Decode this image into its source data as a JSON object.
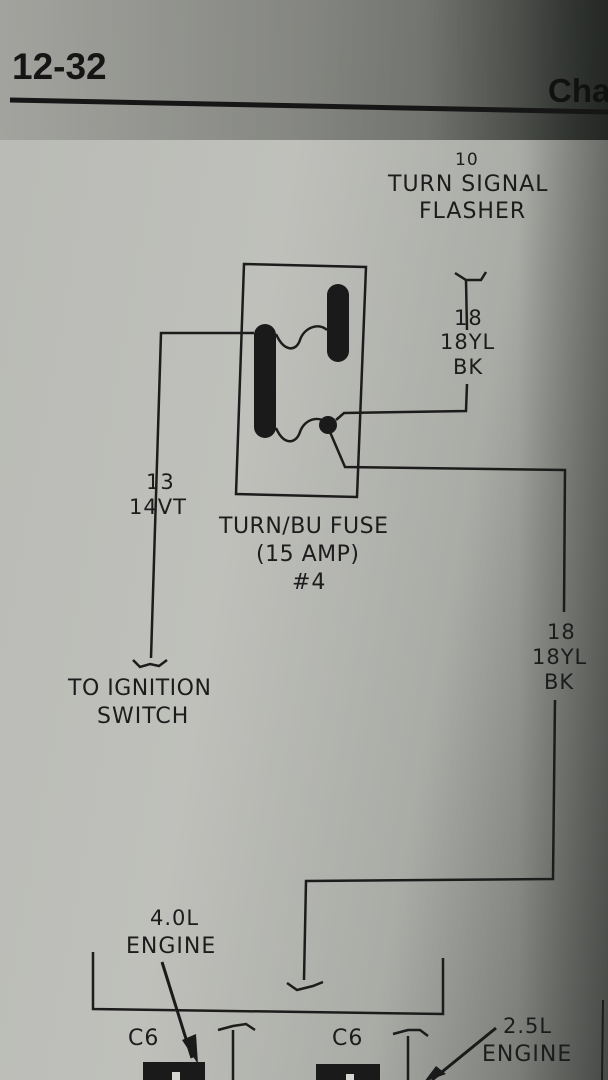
{
  "header": {
    "page_number": "12-32",
    "chapter_fragment": "Cha"
  },
  "components": {
    "flasher": {
      "id_label": "10",
      "name_line1": "TURN SIGNAL",
      "name_line2": "FLASHER"
    },
    "fuse": {
      "name": "TURN/BU FUSE",
      "rating": "(15 AMP)",
      "number": "#4"
    },
    "ignition": {
      "line1": "TO IGNITION",
      "line2": "SWITCH"
    },
    "engine_40": {
      "line1": "4.0L",
      "line2": "ENGINE",
      "connector": "C6"
    },
    "engine_25": {
      "line1": "2.5L",
      "line2": "ENGINE",
      "connector": "C6"
    }
  },
  "wires": {
    "flasher_feed": {
      "circuit": "18",
      "code": "18YL",
      "color_suffix": "BK"
    },
    "ignition_feed": {
      "circuit": "13",
      "code": "14VT"
    },
    "engine_feed": {
      "circuit": "18",
      "code": "18YL",
      "color_suffix": "BK"
    }
  },
  "colors": {
    "ink": "#1c1c1c",
    "paper": "#bcbdb8"
  }
}
